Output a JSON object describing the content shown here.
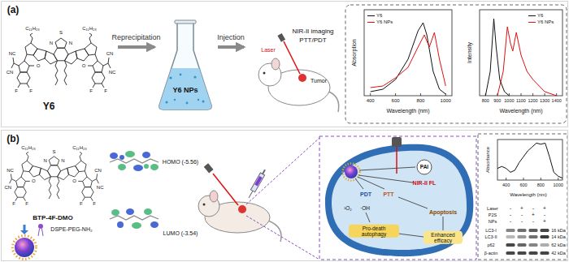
{
  "diagram": {
    "nodes": [
      {
        "text": [
          "(a)"
        ]
      },
      {
        "text": [
          "Y6"
        ],
        "in": 0
      },
      {
        "text": [
          "Y6 NPs"
        ],
        "in": 0
      },
      {
        "text": [
          "NIR-II imaging",
          "PTT/PDT"
        ],
        "in": 0
      },
      {
        "text": [
          "(b)"
        ]
      },
      {
        "text": [
          "BTP-4F-DMO"
        ],
        "in": 4
      }
    ],
    "edges": [
      {
        "from": 1,
        "to": 2,
        "arrow": "to",
        "label": "Reprecipitation"
      },
      {
        "from": 2,
        "to": 3,
        "arrow": "to",
        "label": "Injection"
      }
    ],
    "labels": [
      "C₁₁H₂₃",
      "C₁₁H₂₃",
      "NC",
      "CN",
      "CN",
      "NC",
      "F",
      "F",
      "F",
      "F",
      "O",
      "O",
      "N",
      "S",
      "N",
      "Laser",
      "Tumor",
      "Absorption",
      "400",
      "600",
      "800",
      "1000",
      "Wavelength (nm)",
      "Intensity",
      "800",
      "900",
      "1000",
      "1100",
      "1200",
      "1300",
      "1400",
      "Wavelength (nm)",
      "C₁₁H₂₃",
      "C₁₁H₂₃",
      "NC",
      "CN",
      "CN",
      "NC",
      "F",
      "F",
      "F",
      "F",
      "O",
      "O",
      "N",
      "S",
      "N",
      "DSPE-PEG-NH₂",
      "HOMO (-5.56)",
      "LUMO (-3.54)",
      "PDT",
      "PTT",
      "¹O₂",
      "·OH",
      "PAI",
      "NIR-II FL",
      "Pro-death autophagy",
      "Apoptosis",
      "Enhanced efficacy",
      "Absorbance",
      "400",
      "600",
      "800",
      "1000",
      "Wavelength (nm)",
      "Laser",
      "P2S",
      "NPs",
      "-",
      "+",
      "-",
      "+",
      "-",
      "-",
      "+",
      "-",
      "-",
      "-",
      "-",
      "+",
      "LC3-I",
      "LC3-II",
      "p62",
      "β-actin",
      "16 kDa",
      "14 kDa",
      "62 kDa",
      "42 kDa"
    ],
    "legend": [
      {
        "text": "Y6"
      },
      {
        "text": "Y6 NPs"
      },
      {
        "text": "Y6"
      },
      {
        "text": "Y6 NPs"
      }
    ]
  }
}
